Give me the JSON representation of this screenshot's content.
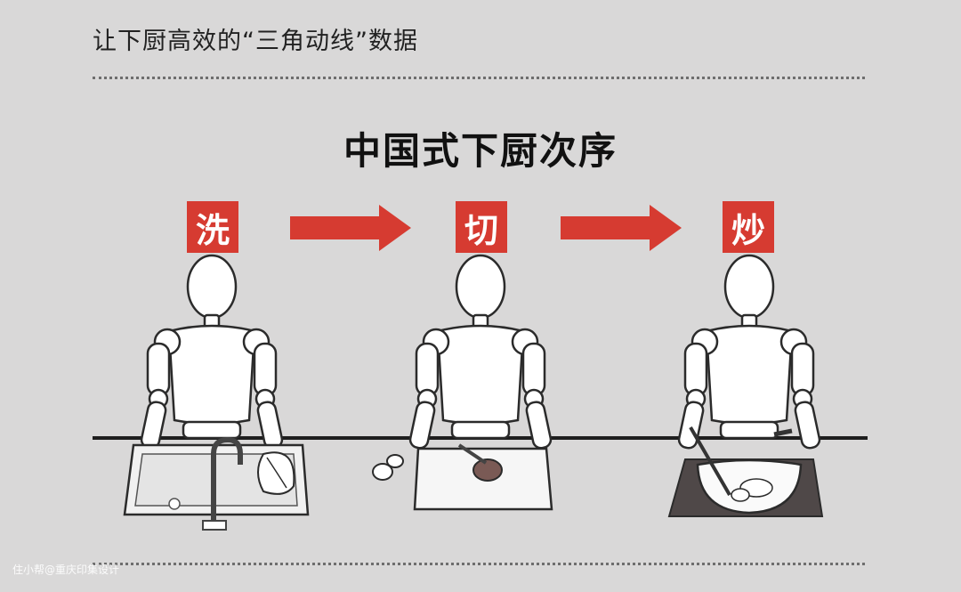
{
  "header": {
    "text": "让下厨高效的“三角动线”数据"
  },
  "title": "中国式下厨次序",
  "steps": [
    {
      "label": "洗",
      "icon": "sink-icon"
    },
    {
      "label": "切",
      "icon": "cutting-board-icon"
    },
    {
      "label": "炒",
      "icon": "wok-icon"
    }
  ],
  "colors": {
    "accent": "#d63b31",
    "background": "#d9d8d8",
    "text": "#111111"
  },
  "watermark": "住小帮@重庆印集设计"
}
